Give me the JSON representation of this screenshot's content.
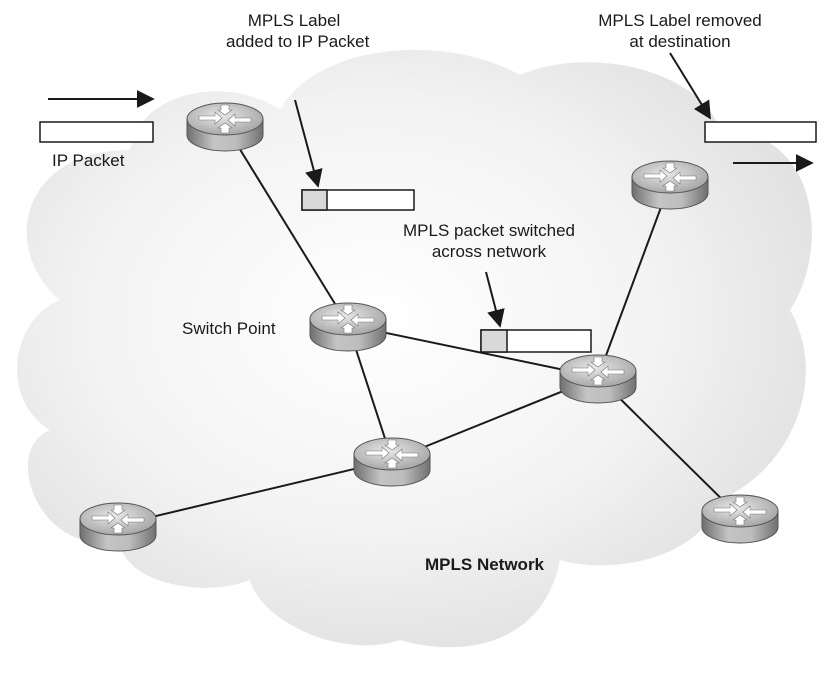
{
  "labels": {
    "ip_packet": "IP Packet",
    "label_added_line1": "MPLS Label",
    "label_added_line2": "added to IP Packet",
    "label_removed_line1": "MPLS Label removed",
    "label_removed_line2": "at destination",
    "switched_line1": "MPLS packet switched",
    "switched_line2": "across network",
    "switch_point": "Switch Point",
    "network": "MPLS Network"
  },
  "colors": {
    "cloud_fill": "#ececec",
    "router_body": "#a8a8a8",
    "label_segment": "#d9d9d9",
    "line": "#1a1a1a"
  },
  "icons": [
    "router-icon",
    "arrow-right-icon",
    "callout-arrow-icon"
  ]
}
